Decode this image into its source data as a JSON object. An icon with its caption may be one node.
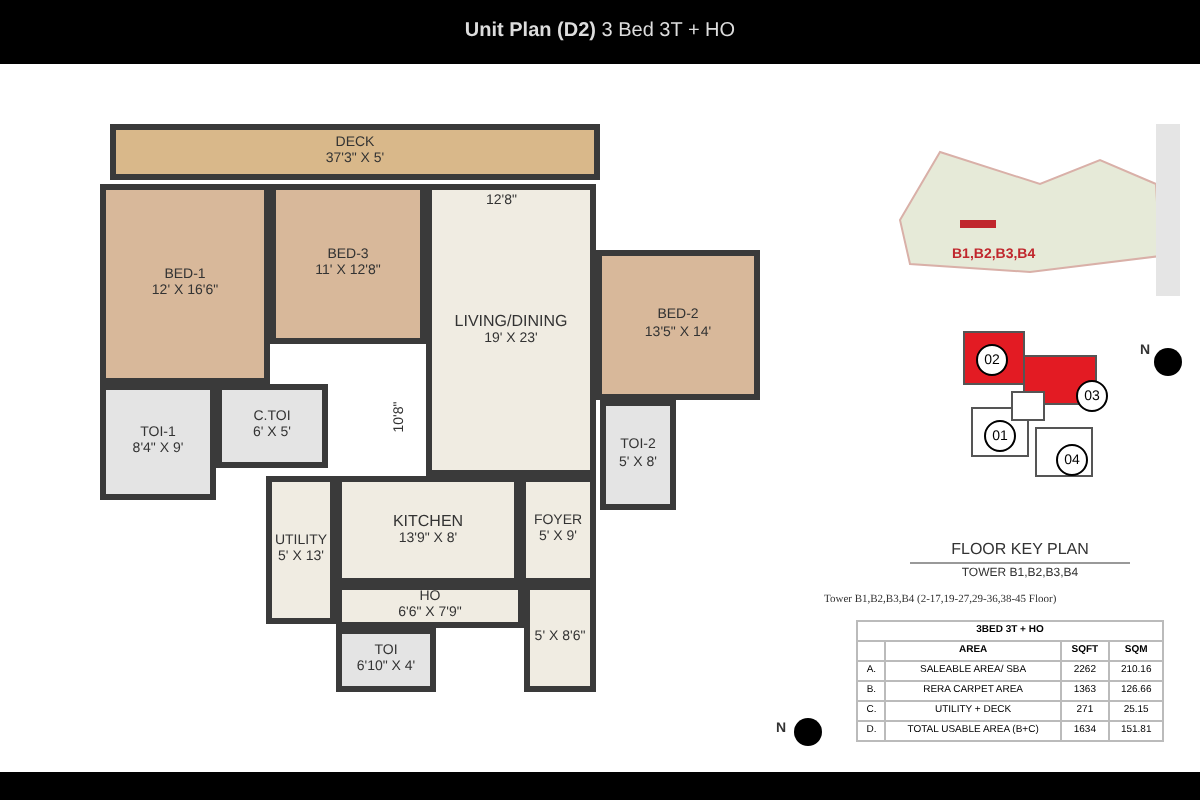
{
  "diagram": {
    "title": "**Unit Plan (D2)** 3 Bed 3T + HO",
    "nodes": [
      {
        "text": [
          "DECK",
          "37'3\" X 5'"
        ]
      },
      {
        "text": [
          "BED-1",
          "12' X 16'6\""
        ]
      },
      {
        "text": [
          "BED-3",
          "11' X 12'8\""
        ]
      },
      {
        "text": [
          "LIVING/DINING",
          "19' X 23'"
        ]
      },
      {
        "text": [
          "BED-2",
          "13'5\" X 14'"
        ]
      },
      {
        "text": [
          "C.TOI",
          "6' X 5'"
        ]
      },
      {
        "text": [
          "TOI-1",
          "8'4\" X 9'"
        ]
      },
      {
        "text": [
          "TOI-2",
          "5' X 8'"
        ]
      },
      {
        "text": [
          "KITCHEN",
          "13'9\" X 8'"
        ]
      },
      {
        "text": [
          "FOYER",
          "5' X 9'"
        ]
      },
      {
        "text": [
          "UTILITY",
          "5' X 13'"
        ]
      },
      {
        "text": [
          "HO",
          "6'6\" X 7'9\""
        ]
      },
      {
        "text": [
          "TOI",
          "6'10\" X 4'"
        ]
      },
      {
        "text": [
          "5' X 8'6\""
        ]
      },
      {
        "text": [
          "02"
        ]
      },
      {
        "text": [
          "03"
        ]
      },
      {
        "text": [
          "01"
        ]
      },
      {
        "text": [
          "04"
        ]
      }
    ],
    "edges": [],
    "labels": [
      "12'8\"",
      "10'8\"",
      "B1,B2,B3,B4",
      "N",
      "FLOOR KEY PLAN",
      "TOWER B1,B2,B3,B4",
      "Tower B1,B2,B3,B4 (2-17,19-27,29-36,38-45 Floor)",
      "N",
      "3BED 3T + HO",
      "AREA",
      "SQFT",
      "SQM",
      "A.",
      "SALEABLE AREA/ SBA",
      "2262",
      "210.16",
      "B.",
      "RERA CARPET AREA",
      "1363",
      "126.66",
      "C.",
      "UTILITY + DECK",
      "271",
      "25.15",
      "D.",
      "TOTAL USABLE AREA (B+C)",
      "1634",
      "151.81"
    ]
  }
}
